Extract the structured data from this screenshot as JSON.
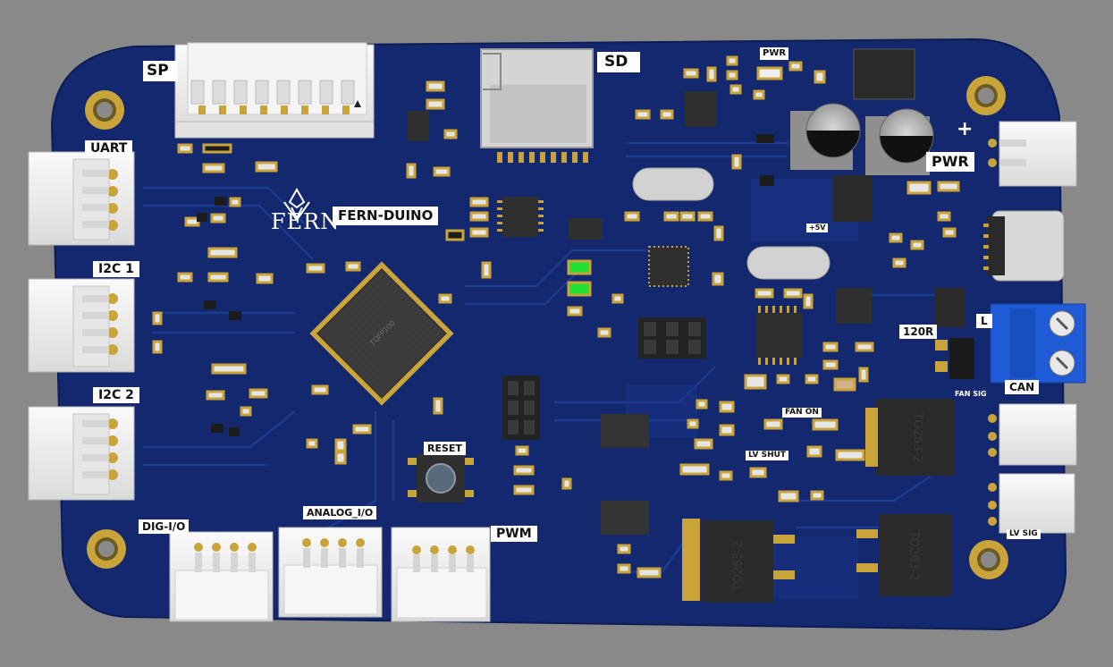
{
  "labels": {
    "spi": "SP",
    "sd": "SD",
    "uart": "UART",
    "i2c1": "I2C 1",
    "i2c2": "I2C 2",
    "dig_io": "DIG-I/O",
    "analog_io": "ANALOG_I/O",
    "pwm_bottom": "PWM",
    "reset": "RESET",
    "fern_duino": "FERN-DUINO",
    "logo_text": "FERN",
    "pwr_top": "PWR",
    "pwr_right": "PWR",
    "plus": "+",
    "plus5v": "+5V",
    "r120": "120R",
    "l": "L",
    "can": "CAN",
    "fan_sig": "FAN SIG",
    "fan_on": "FAN ON",
    "lv_shut": "LV SHUT",
    "lv_sig": "LV SIG",
    "mcu_mark": "TQFP100",
    "to263_a": "TO263-2",
    "to263_b": "TO263-2",
    "to263_c": "TO263-2"
  },
  "colors": {
    "background": "#898989",
    "board": "#13286e",
    "board_trace": "#1c3a8f",
    "gold": "#c9a43a",
    "connector_white": "#eeeeee",
    "terminal_blue": "#1f5bd6",
    "led_green": "#20e030"
  }
}
